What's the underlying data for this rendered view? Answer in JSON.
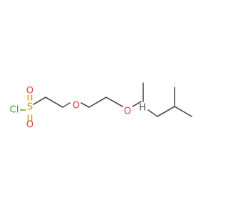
{
  "molecule": {
    "atoms": {
      "cl": "Cl",
      "s": "S",
      "o_top": "O",
      "o_bottom": "O",
      "o_ether1": "O",
      "o_ether2": "O",
      "h": "H"
    },
    "colors": {
      "bond": "#4d4d4d",
      "oxygen": "#e53935",
      "sulfur": "#b89a00",
      "chlorine": "#22aa22",
      "hydrogen": "#4d4d4d"
    }
  }
}
